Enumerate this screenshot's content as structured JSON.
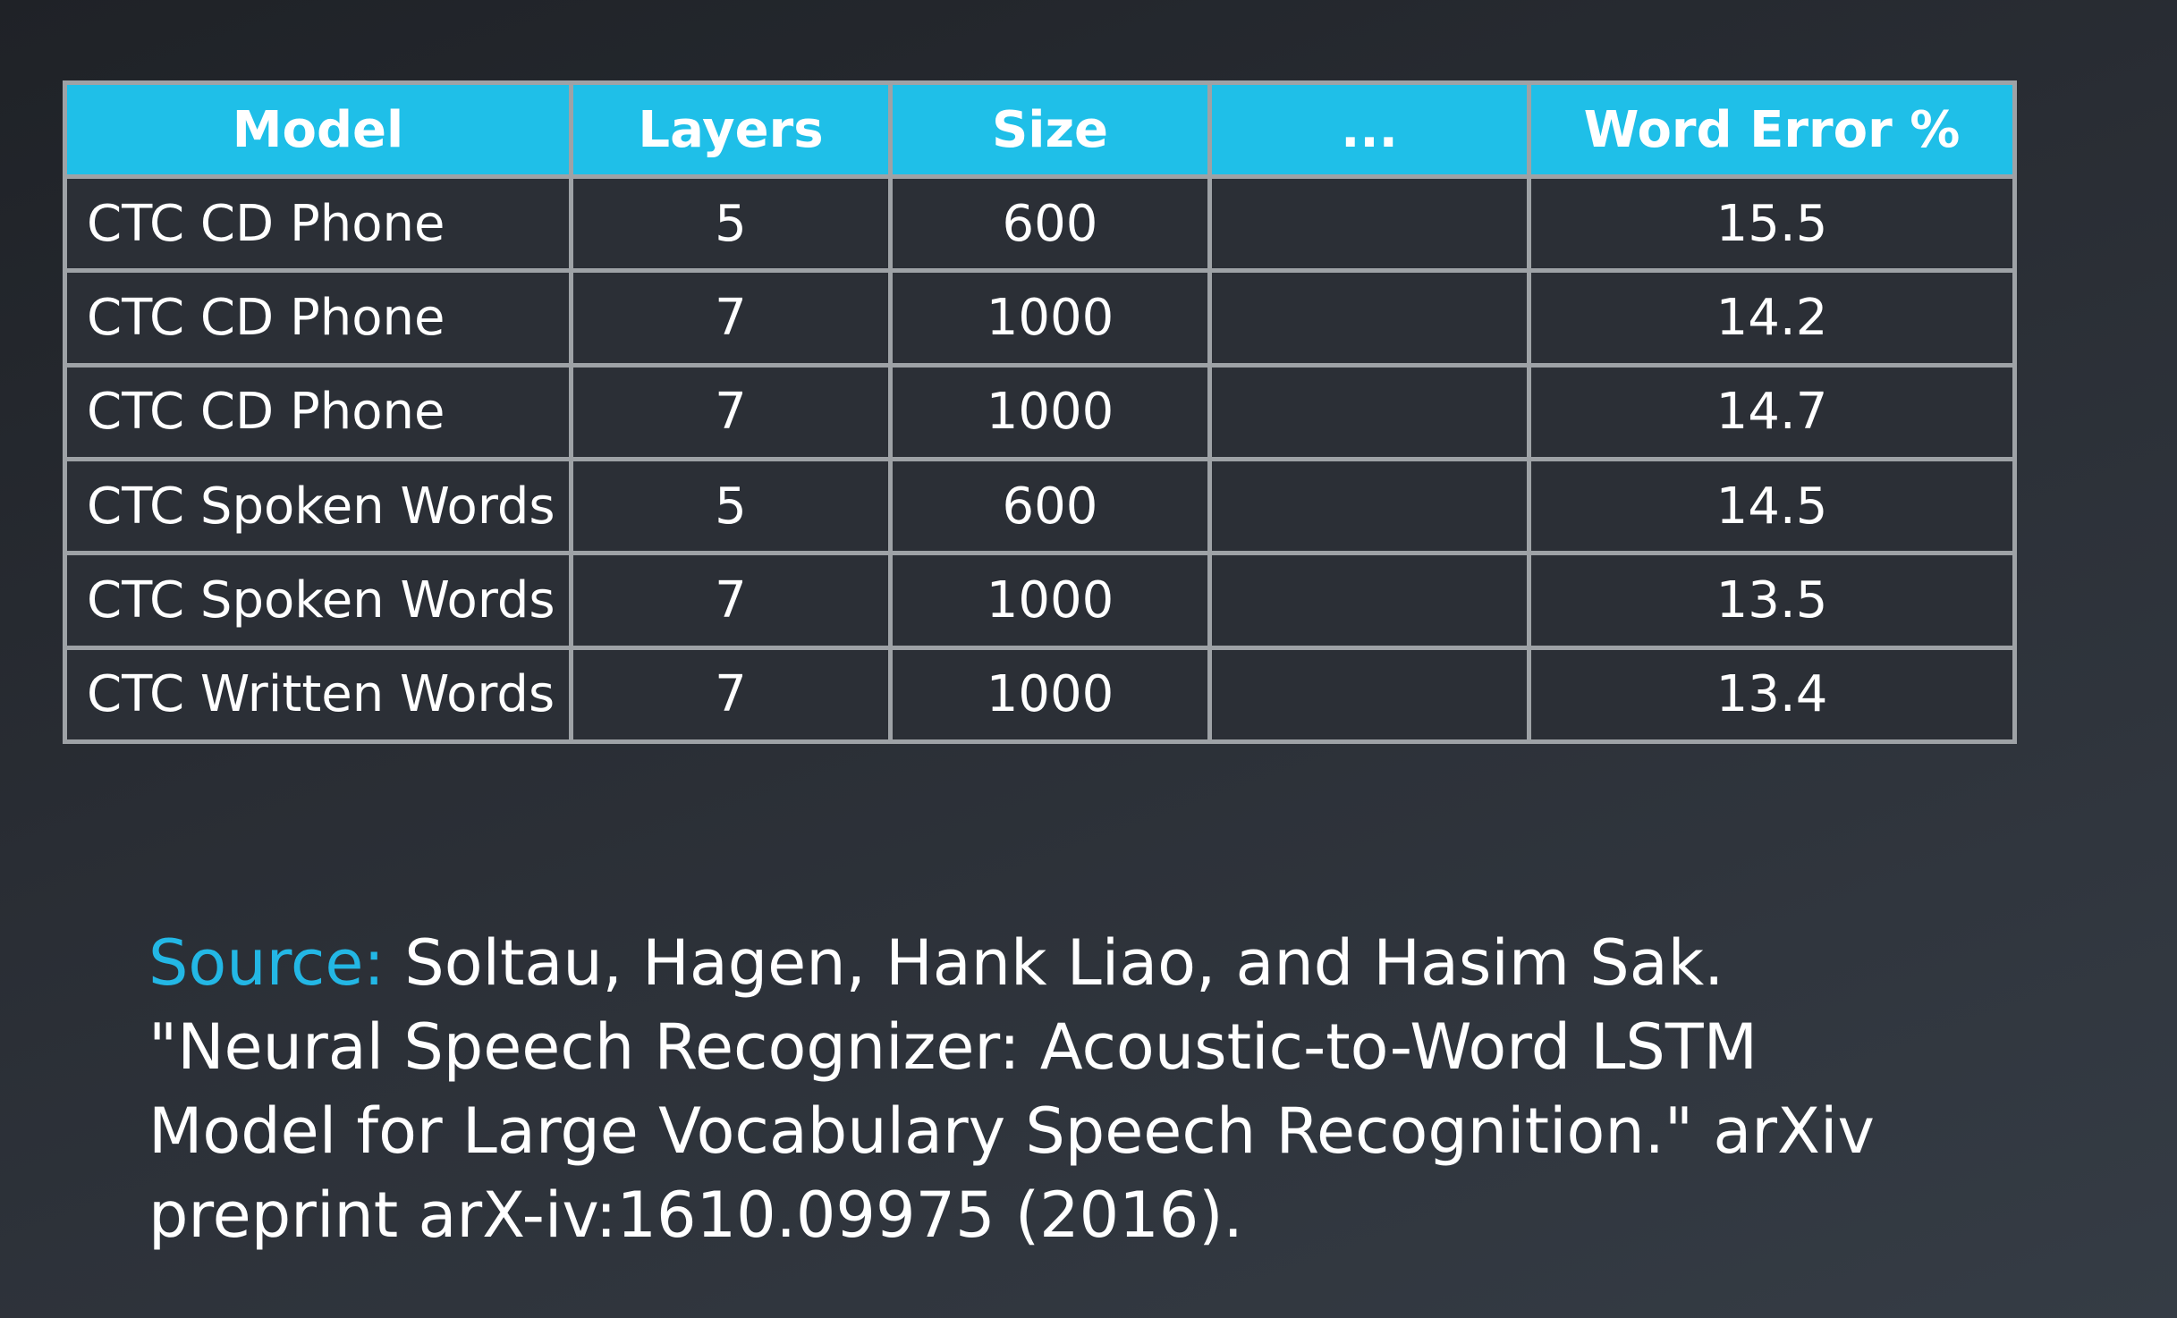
{
  "table": {
    "headers": [
      "Model",
      "Layers",
      "Size",
      "...",
      "Word Error %"
    ],
    "rows": [
      [
        "CTC CD Phone",
        "5",
        "600",
        "",
        "15.5"
      ],
      [
        "CTC CD Phone",
        "7",
        "1000",
        "",
        "14.2"
      ],
      [
        "CTC CD Phone",
        "7",
        "1000",
        "",
        "14.7"
      ],
      [
        "CTC Spoken Words",
        "5",
        "600",
        "",
        "14.5"
      ],
      [
        "CTC Spoken Words",
        "7",
        "1000",
        "",
        "13.5"
      ],
      [
        "CTC Written Words",
        "7",
        "1000",
        "",
        "13.4"
      ]
    ]
  },
  "citation": {
    "label": "Source:",
    "text": " Soltau, Hagen, Hank Liao, and Hasim Sak. \"Neural Speech Recognizer: Acoustic-to-Word LSTM Model for Large Vocabulary Speech Recognition.\" arXiv preprint arX-iv:1610.09975 (2016)."
  },
  "colors": {
    "header_bg": "#1fbfe8",
    "cell_bg": "#2b2f36",
    "border": "#9ea2a6",
    "accent": "#23b7e5",
    "text": "#ffffff"
  }
}
